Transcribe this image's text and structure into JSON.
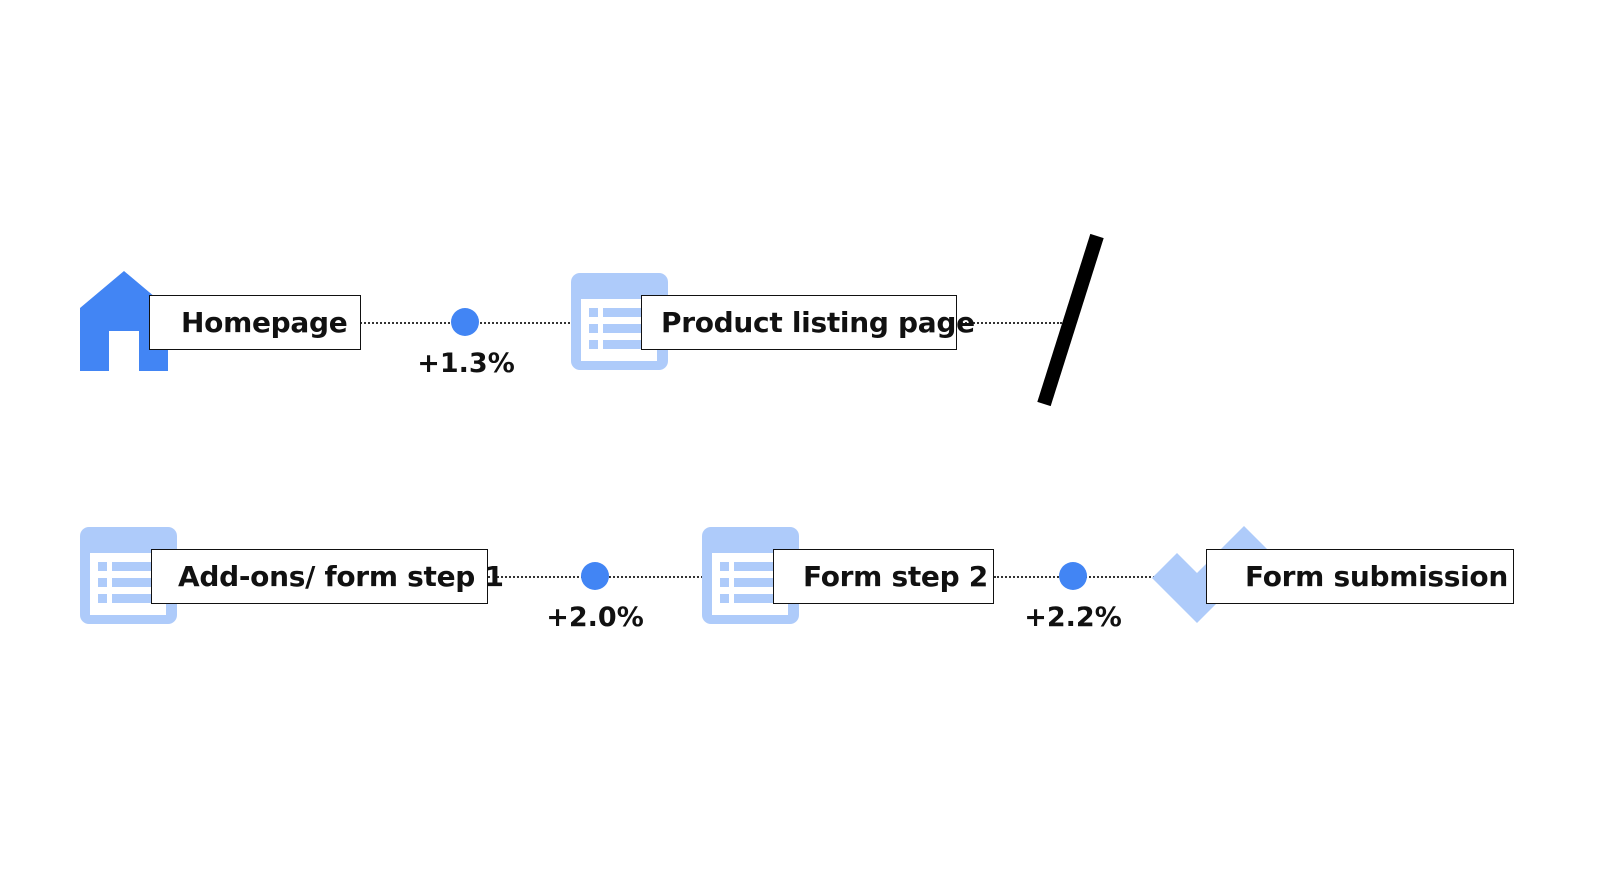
{
  "steps": {
    "homepage": "Homepage",
    "product_listing": "Product listing page",
    "addons": "Add-ons/ form step 1",
    "form_step_2": "Form step 2",
    "form_submission": "Form submission"
  },
  "changes": {
    "home_to_plp": "+1.3%",
    "addons_to_step2": "+2.0%",
    "step2_to_submit": "+2.2%"
  },
  "icons": {
    "homepage": "home-icon",
    "product_listing": "document-list-icon",
    "addons": "document-list-icon",
    "form_step_2": "document-list-icon",
    "form_submission": "checkmark-icon",
    "break": "slash-break-icon"
  },
  "colors": {
    "blue": "#4285f4",
    "light_blue": "#aecbfa",
    "text": "#111111"
  }
}
